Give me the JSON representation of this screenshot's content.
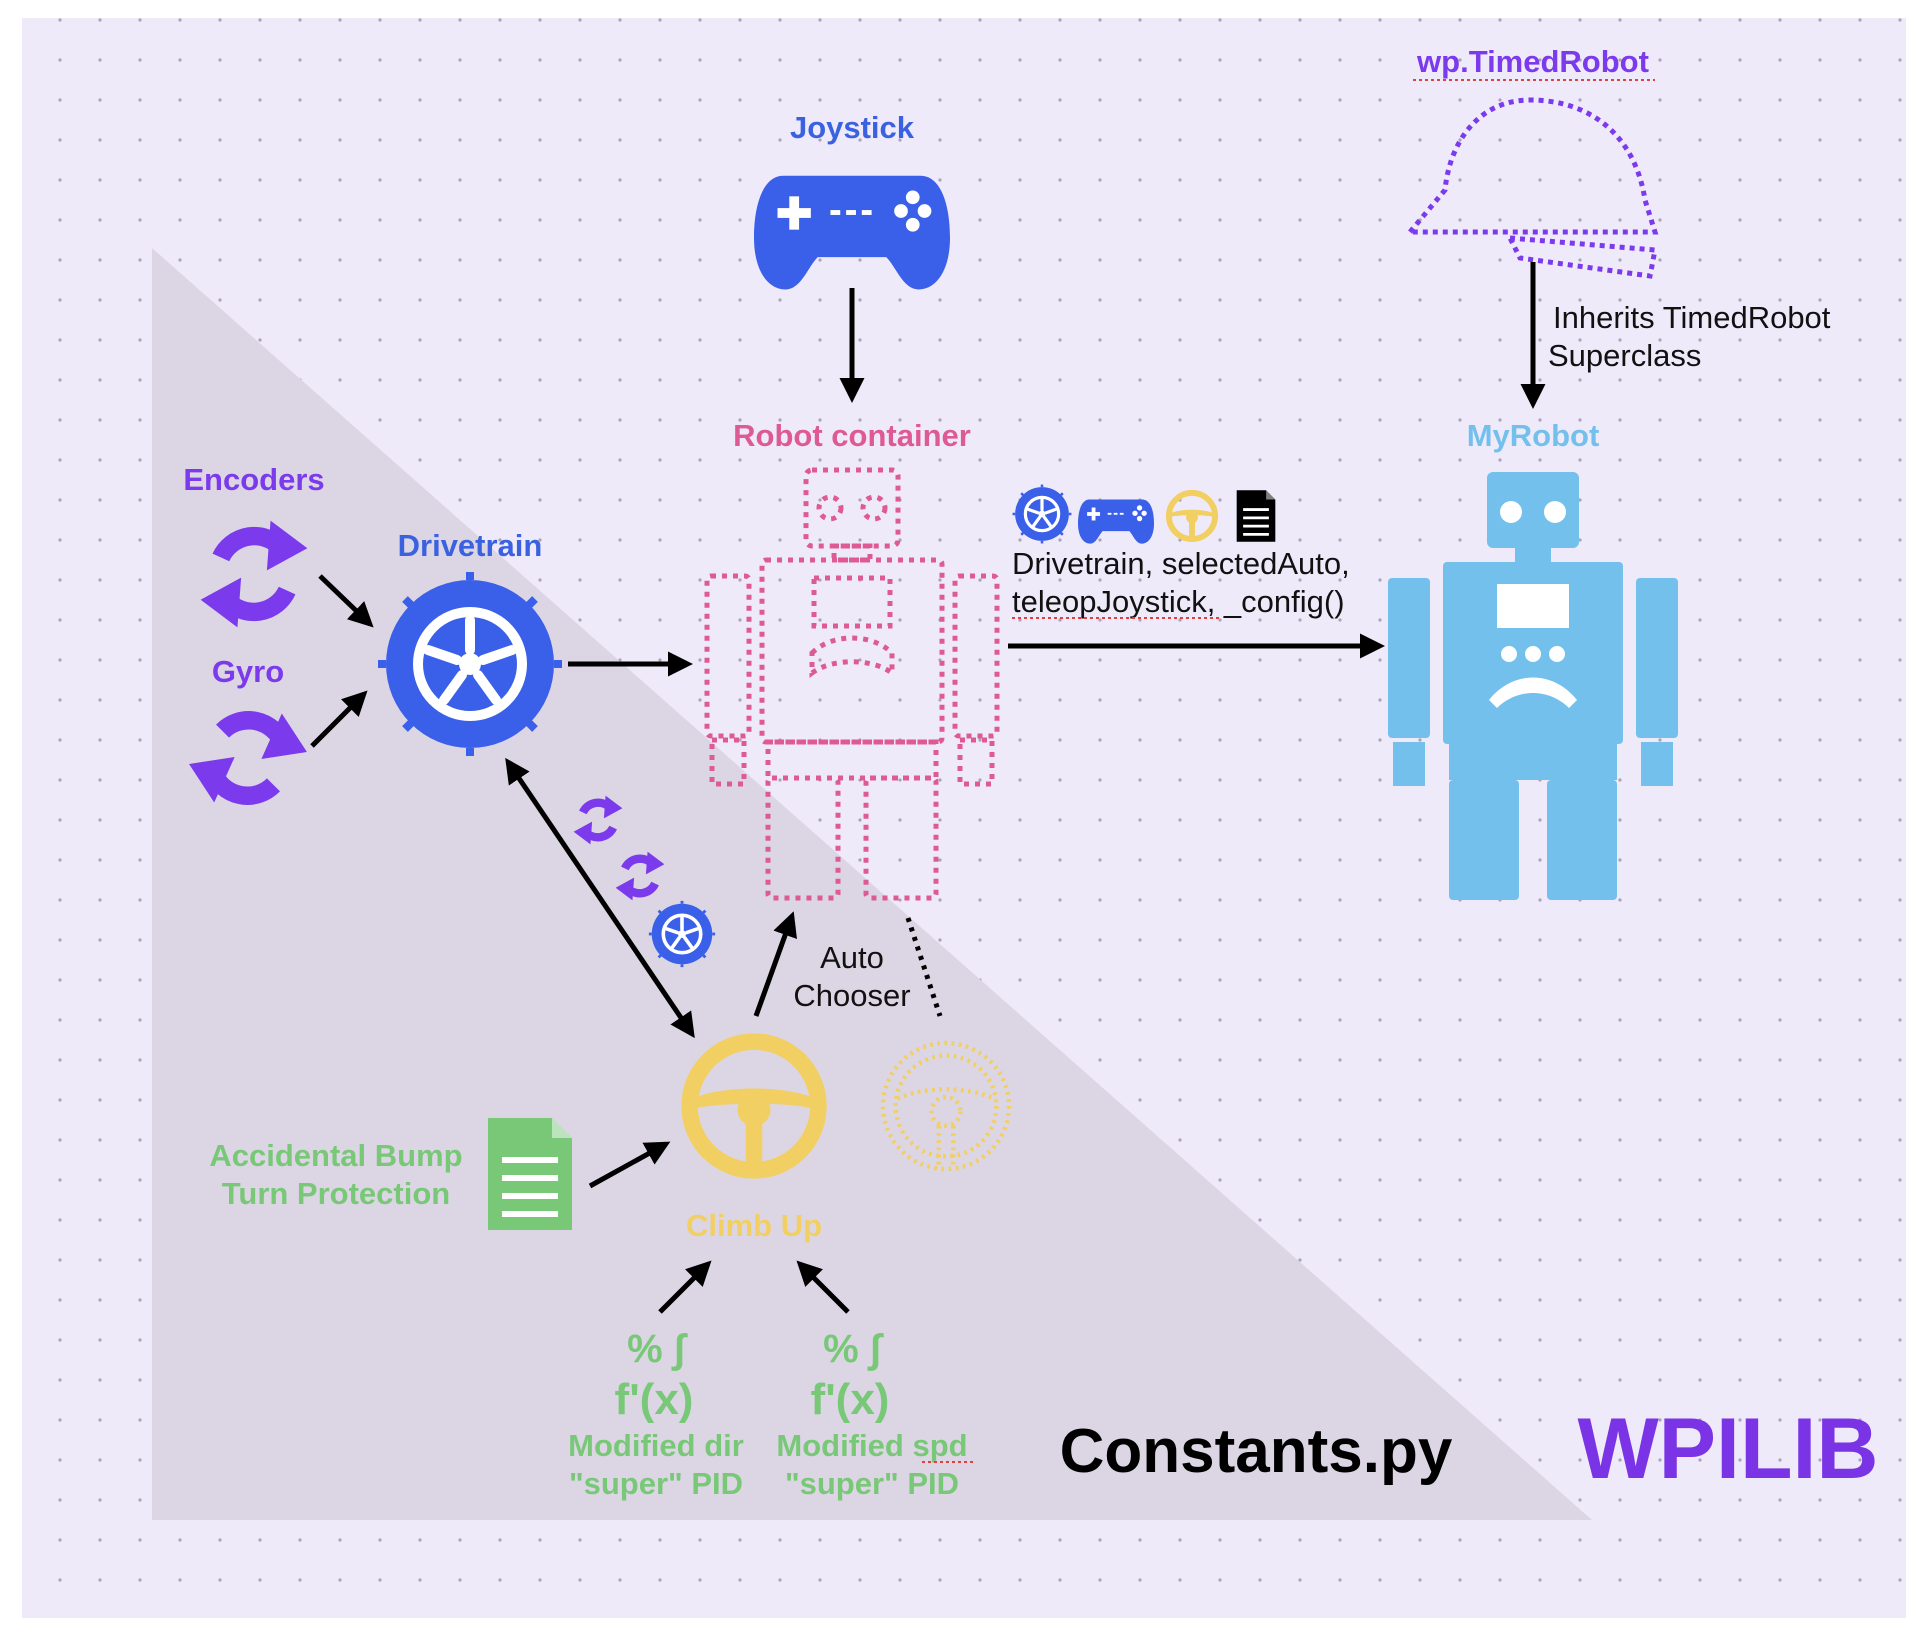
{
  "labels": {
    "joystick": "Joystick",
    "timed_robot": "wp.TimedRobot",
    "inherits_line1": "Inherits TimedRobot",
    "inherits_line2": "Superclass",
    "robot_container": "Robot container",
    "my_robot": "MyRobot",
    "encoders": "Encoders",
    "gyro": "Gyro",
    "drivetrain": "Drivetrain",
    "container_props_line1": "Drivetrain, selectedAuto,",
    "container_props_line2": "teleopJoystick, _config()",
    "auto_chooser_line1": "Auto",
    "auto_chooser_line2": "Chooser",
    "bump_line1": "Accidental Bump",
    "bump_line2": "Turn Protection",
    "climb_up": "Climb Up",
    "pid1_symbols": "% ∫",
    "pid1_fx": "f'(x)",
    "pid1_line1": "Modified dir",
    "pid1_line2": "\"super\" PID",
    "pid2_symbols": "% ∫",
    "pid2_fx": "f'(x)",
    "pid2_line1": "Modified spd",
    "pid2_line2": "\"super\" PID",
    "constants": "Constants.py",
    "wpilib": "WPILIB"
  },
  "colors": {
    "canvas": "#efeafa",
    "triangle": "#dcd6e4",
    "blue": "#3a5fe8",
    "purple": "#7c3aed",
    "pink": "#dd5a94",
    "lightblue": "#74c0ec",
    "yellow": "#f2cf62",
    "green": "#78c878",
    "black": "#000000",
    "label_blue": "#3a62e0",
    "wpilib": "#7a34e6"
  },
  "icons": [
    "gamepad-icon",
    "hard-hat-icon",
    "robot-icon",
    "refresh-icon",
    "tire-icon",
    "steering-wheel-icon",
    "document-icon"
  ]
}
